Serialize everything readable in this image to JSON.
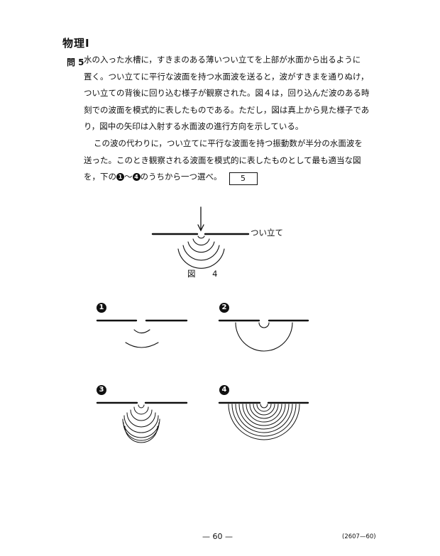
{
  "header": {
    "subject": "物理Ⅰ"
  },
  "question": {
    "label": "問 5",
    "lines": [
      "水の入った水槽に，すきまのある薄いつい立てを上部が水面から出るように",
      "置く。つい立てに平行な波面を持つ水面波を送ると，波がすきまを通りぬけ，",
      "つい立ての背後に回り込む様子が観察された。図４は，回り込んだ波のある時",
      "刻での波面を模式的に表したものである。ただし，図は真上から見た様子であ",
      "り，図中の矢印は入射する水面波の進行方向を示している。"
    ],
    "para2_line1": "この波の代わりに，つい立てに平行な波面を持つ振動数が半分の水面波を",
    "para2_line2": "送った。このとき観察される波面を模式的に表したものとして最も適当な図",
    "para2_line3_a": "を，下の",
    "para2_line3_range_sep": "～",
    "para2_line3_b": "のうちから一つ選べ。",
    "answer_box": "5"
  },
  "figure": {
    "screen_label": "つい立て",
    "caption": "図 4"
  },
  "options": [
    "1",
    "2",
    "3",
    "4"
  ],
  "footer": {
    "page_number": "— 60 —",
    "code": "(2607—60)"
  }
}
